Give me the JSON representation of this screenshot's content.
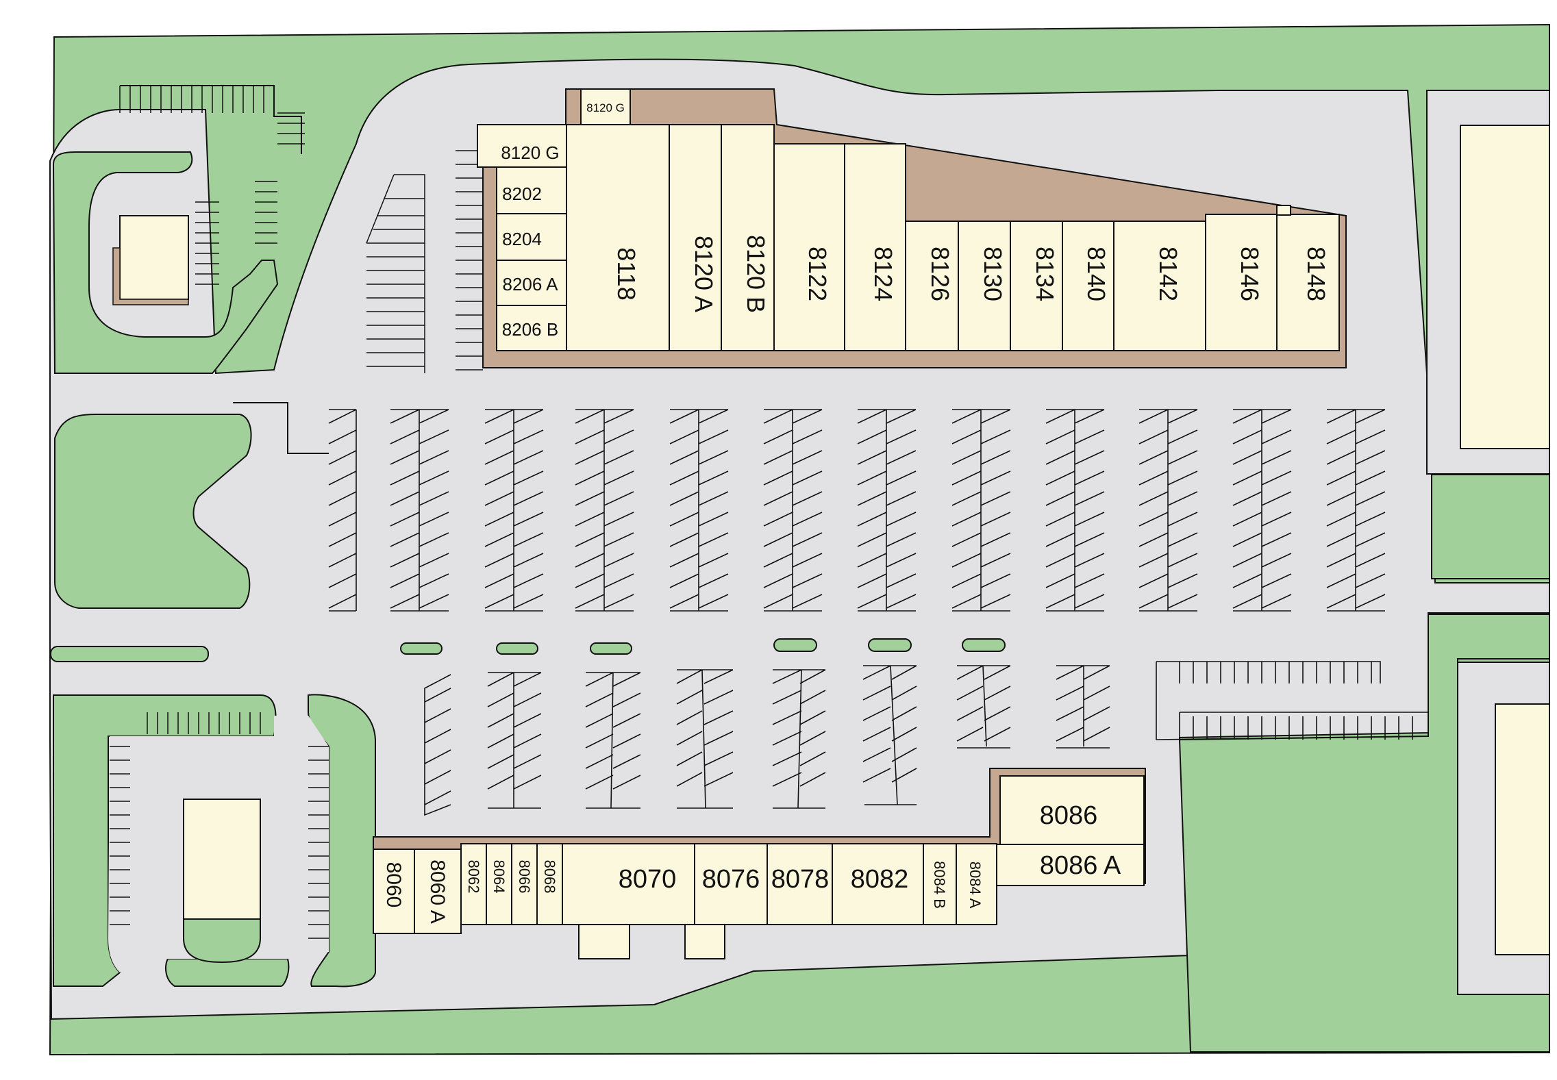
{
  "site_plan": {
    "colors": {
      "grass": "#a2d09a",
      "pavement": "#e2e2e4",
      "building": "#fbf8dd",
      "sidewalk": "#c4a892",
      "line": "#111111"
    },
    "units": [
      {
        "id": "u8120g_top",
        "label": "8120 G"
      },
      {
        "id": "u8120g",
        "label": "8120 G"
      },
      {
        "id": "u8202",
        "label": "8202"
      },
      {
        "id": "u8204",
        "label": "8204"
      },
      {
        "id": "u8206a",
        "label": "8206 A"
      },
      {
        "id": "u8206b",
        "label": "8206 B"
      },
      {
        "id": "u8118",
        "label": "8118"
      },
      {
        "id": "u8120a",
        "label": "8120 A"
      },
      {
        "id": "u8120b",
        "label": "8120 B"
      },
      {
        "id": "u8122",
        "label": "8122"
      },
      {
        "id": "u8124",
        "label": "8124"
      },
      {
        "id": "u8126",
        "label": "8126"
      },
      {
        "id": "u8130",
        "label": "8130"
      },
      {
        "id": "u8134",
        "label": "8134"
      },
      {
        "id": "u8140",
        "label": "8140"
      },
      {
        "id": "u8142",
        "label": "8142"
      },
      {
        "id": "u8146",
        "label": "8146"
      },
      {
        "id": "u8148",
        "label": "8148"
      },
      {
        "id": "u8086",
        "label": "8086"
      },
      {
        "id": "u8086a",
        "label": "8086 A"
      },
      {
        "id": "u8060",
        "label": "8060"
      },
      {
        "id": "u8060a",
        "label": "8060 A"
      },
      {
        "id": "u8062",
        "label": "8062"
      },
      {
        "id": "u8064",
        "label": "8064"
      },
      {
        "id": "u8066",
        "label": "8066"
      },
      {
        "id": "u8068",
        "label": "8068"
      },
      {
        "id": "u8070",
        "label": "8070"
      },
      {
        "id": "u8076",
        "label": "8076"
      },
      {
        "id": "u8078",
        "label": "8078"
      },
      {
        "id": "u8082",
        "label": "8082"
      },
      {
        "id": "u8084b",
        "label": "8084 B"
      },
      {
        "id": "u8084a",
        "label": "8084 A"
      }
    ]
  }
}
